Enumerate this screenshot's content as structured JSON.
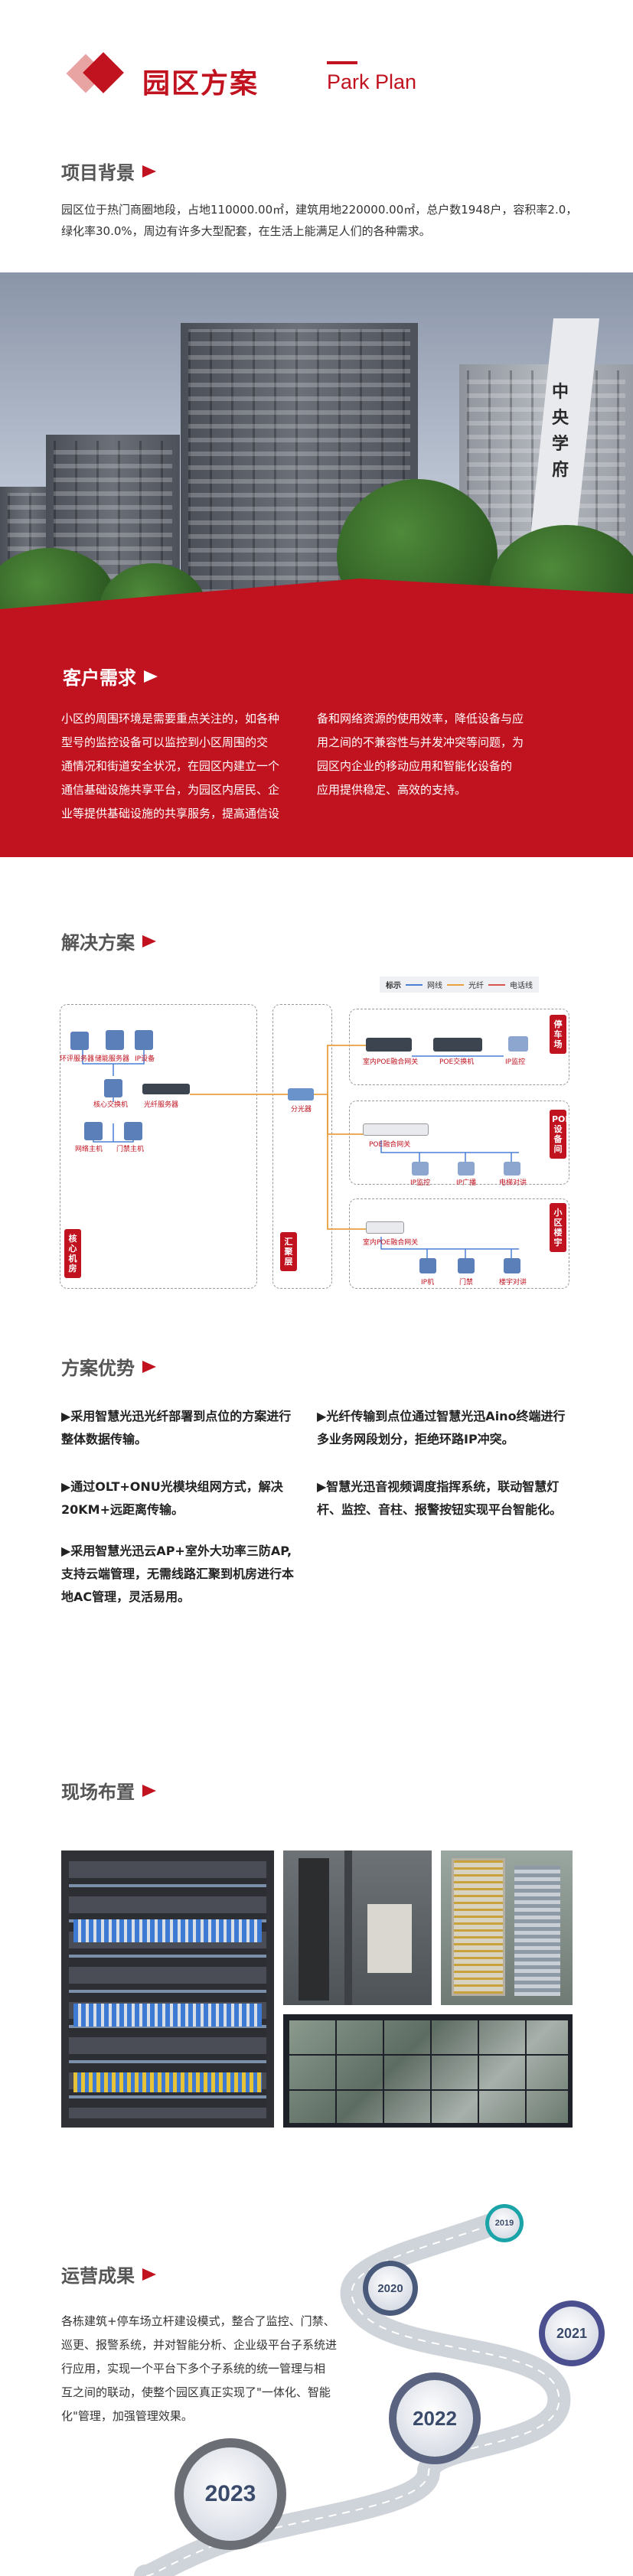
{
  "header": {
    "title": "园区方案",
    "subtitle": "Park Plan"
  },
  "background": {
    "title": "项目背景",
    "text": "园区位于热门商圈地段，占地110000.00㎡，建筑用地220000.00㎡，总户数1948户，容积率2.0，绿化率30.0%，周边有许多大型配套，在生活上能满足人们的各种需求。",
    "lines": [
      "园区位于热门商圈地段，占地110000.00㎡，建筑用地220000.00㎡，总户数1948户，容积率2.0，",
      "绿化率30.0%，周边有许多大型配套，在生活上能满足人们的各种需求。"
    ],
    "building_sign": "中央学府"
  },
  "needs": {
    "title": "客户需求",
    "left_lines": [
      "小区的周围环境是需要重点关注的，如各种",
      "型号的监控设备可以监控到小区周围的交",
      "通情况和街道安全状况，在园区内建立一个",
      "通信基础设施共享平台，为园区内居民、企",
      "业等提供基础设施的共享服务，提高通信设"
    ],
    "right_lines": [
      "备和网络资源的使用效率，降低设备与应",
      "用之间的不兼容性与并发冲突等问题，为",
      "园区内企业的移动应用和智能化设备的",
      "应用提供稳定、高效的支持。"
    ]
  },
  "solution": {
    "title": "解决方案",
    "legend": {
      "label": "标示",
      "items": [
        {
          "name": "网线",
          "color": "#4a7fd4"
        },
        {
          "name": "光纤",
          "color": "#e8a040"
        },
        {
          "name": "电话线",
          "color": "#d9534f"
        }
      ]
    },
    "left_box_label": "核心机房",
    "mid_box_label": "汇聚层",
    "core_devices": [
      "环评服务器",
      "储能服务器",
      "IP设备",
      "核心交换机",
      "光纤服务器",
      "网络主机",
      "门禁主机"
    ],
    "mid_device": "分光器",
    "zones": [
      {
        "label": "停车场",
        "devices": [
          "室内POE融合网关",
          "POE交换机",
          "IP监控"
        ]
      },
      {
        "label": "POE设备间",
        "devices": [
          "POE融合网关",
          "IP监控",
          "IP广播",
          "电梯对讲"
        ]
      },
      {
        "label": "小区楼宇",
        "devices": [
          "室内POE融合网关",
          "IP机",
          "门禁",
          "楼宇对讲"
        ]
      }
    ]
  },
  "advantages": {
    "title": "方案优势",
    "items": [
      {
        "lines": [
          "▶采用智慧光迅光纤部署到点位的方案进行",
          "整体数据传输。"
        ]
      },
      {
        "lines": [
          "▶通过OLT+ONU光模块组网方式，解决",
          "20KM+远距离传输。"
        ]
      },
      {
        "lines": [
          "▶采用智慧光迅云AP+室外大功率三防AP,",
          "支持云端管理，无需线路汇聚到机房进行本",
          "地AC管理，灵活易用。"
        ]
      },
      {
        "lines": [
          "▶光纤传输到点位通过智慧光迅Aino终端进行",
          "多业务网段划分，拒绝环路IP冲突。"
        ]
      },
      {
        "lines": [
          "▶智慧光迅音视频调度指挥系统，联动智慧灯",
          "杆、监控、音柱、报警按钮实现平台智能化。"
        ]
      }
    ]
  },
  "site": {
    "title": "现场布置"
  },
  "results": {
    "title": "运营成果",
    "lines": [
      "各栋建筑+停车场立杆建设模式，整合了监控、门禁、",
      "巡更、报警系统，并对智能分析、企业级平台子系统进",
      "行应用，实现一个平台下多个子系统的统一管理与相",
      "互之间的联动，使整个园区真正实现了\"一体化、智能",
      "化\"管理，加强管理效果。"
    ],
    "years": [
      "2019",
      "2020",
      "2021",
      "2022",
      "2023"
    ]
  },
  "colors": {
    "accent": "#c1121f",
    "text": "#333333"
  }
}
